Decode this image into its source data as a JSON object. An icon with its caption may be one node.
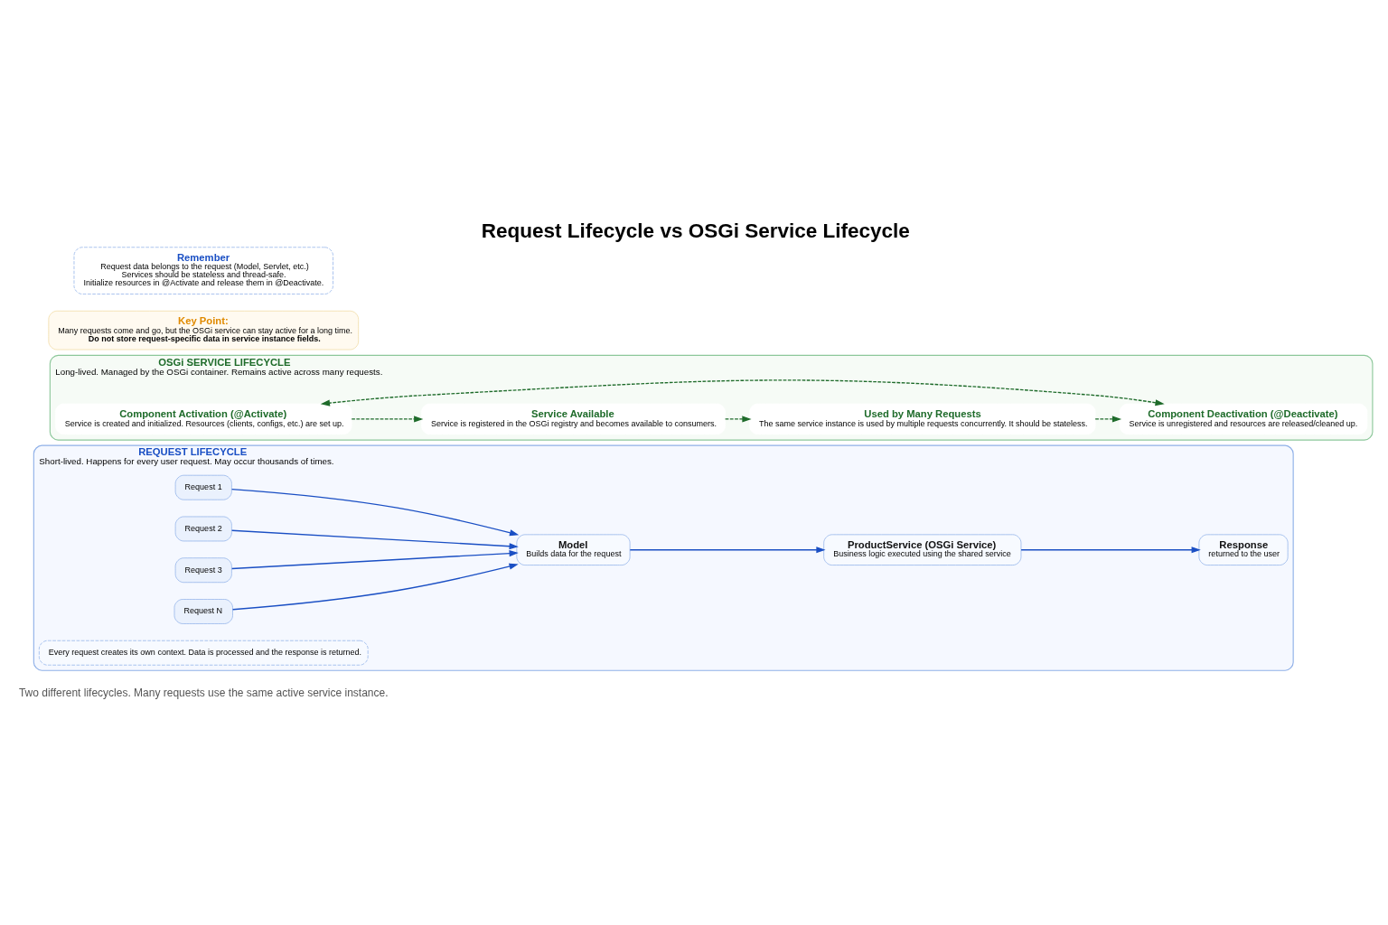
{
  "diagram": {
    "title": "Request Lifecycle vs OSGi Service Lifecycle",
    "nodes": [
      {
        "text": [
          "REQUEST LIFECYCLE",
          "Short-lived. Happens for every user request. May occur thousands of times."
        ]
      },
      {
        "text": [
          "Request 1"
        ],
        "in": 0
      },
      {
        "text": [
          "Request 2"
        ],
        "in": 0
      },
      {
        "text": [
          "Request 3"
        ],
        "in": 0
      },
      {
        "text": [
          "Request N"
        ],
        "in": 0
      },
      {
        "text": [
          "Model",
          "Builds data for the request"
        ],
        "in": 0
      },
      {
        "text": [
          "ProductService (OSGi Service)",
          "Business logic executed using the shared service"
        ],
        "in": 0
      },
      {
        "text": [
          "Response",
          "returned to the user"
        ],
        "in": 0
      },
      {
        "text": [
          "Every request creates its own context. Data is processed and the response is returned."
        ],
        "in": 0
      },
      {
        "text": [
          "OSGi SERVICE LIFECYCLE",
          "Long-lived. Managed by the OSGi container. Remains active across many requests."
        ]
      },
      {
        "text": [
          "Component Activation (@Activate)",
          "Service is created and initialized. Resources (clients, configs, etc.) are set up."
        ],
        "in": 9
      },
      {
        "text": [
          "Service Available",
          "Service is registered in the OSGi registry and becomes available to consumers."
        ],
        "in": 9
      },
      {
        "text": [
          "Used by Many Requests",
          "The same service instance is used by multiple requests concurrently. It should be stateless."
        ],
        "in": 9
      },
      {
        "text": [
          "Component Deactivation (@Deactivate)",
          "Service is unregistered and resources are released/cleaned up."
        ],
        "in": 9
      },
      {
        "text": [
          "Key Point:",
          "Many requests come and go, but the OSGi service can stay active for a long time.",
          "Do not store request-specific data in service instance fields."
        ]
      },
      {
        "text": [
          "Remember",
          "Request data belongs to the request (Model, Servlet, etc.)",
          "Services should be stateless and thread-safe.",
          "Initialize resources in @Activate and release them in @Deactivate."
        ]
      }
    ],
    "edges": [
      {
        "from": 1,
        "to": 5,
        "arrow": "to"
      },
      {
        "from": 2,
        "to": 5,
        "arrow": "to"
      },
      {
        "from": 3,
        "to": 5,
        "arrow": "to"
      },
      {
        "from": 4,
        "to": 5,
        "arrow": "to"
      },
      {
        "from": 5,
        "to": 6,
        "arrow": "to"
      },
      {
        "from": 6,
        "to": 7,
        "arrow": "to"
      },
      {
        "from": 10,
        "to": 11,
        "arrow": "to",
        "style": "dashed",
        "color": "#1e6b2a"
      },
      {
        "from": 11,
        "to": 12,
        "arrow": "to",
        "style": "dashed",
        "color": "#1e6b2a"
      },
      {
        "from": 12,
        "to": 13,
        "arrow": "to",
        "style": "dashed",
        "color": "#1e6b2a"
      },
      {
        "from": 13,
        "to": 10,
        "arrow": "both",
        "style": "dashed",
        "color": "#1e6b2a"
      }
    ],
    "labels": [
      "Two different lifecycles. Many requests use the same active service instance."
    ]
  }
}
